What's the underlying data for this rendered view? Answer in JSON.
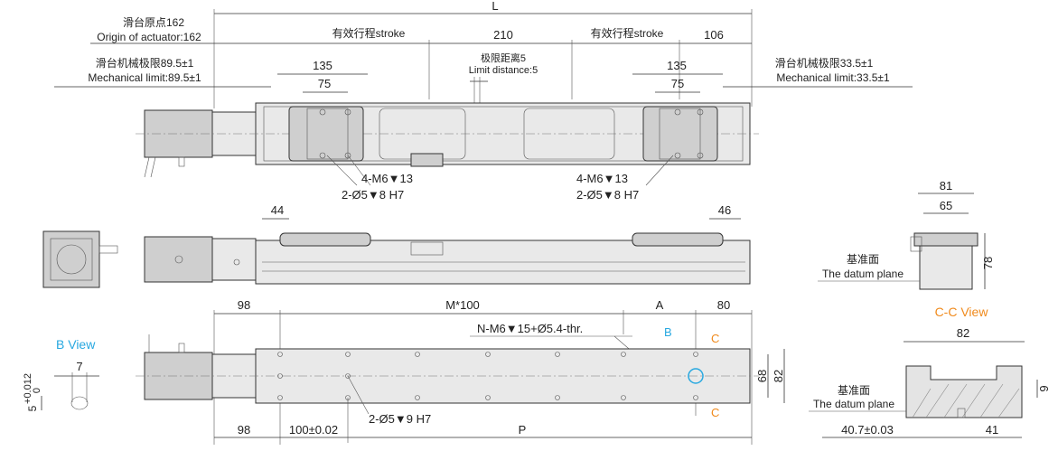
{
  "top_view": {
    "L": "L",
    "origin_cn": "滑台原点162",
    "origin_en": "Origin of actuator:162",
    "stroke_left": "有效行程stroke",
    "stroke_right": "有效行程stroke",
    "dim_210": "210",
    "dim_106": "106",
    "limit_distance_cn": "极限距离5",
    "limit_distance_en": "Limit distance:5",
    "mech_limit_left_cn": "滑台机械极限89.5±1",
    "mech_limit_left_en": "Mechanical limit:89.5±1",
    "mech_limit_right_cn": "滑台机械极限33.5±1",
    "mech_limit_right_en": "Mechanical limit:33.5±1",
    "dim_135_left": "135",
    "dim_75_left": "75",
    "dim_135_right": "135",
    "dim_75_right": "75",
    "thread_left": "4-M6▼13",
    "pin_left": "2-Ø5▼8 H7",
    "thread_right": "4-M6▼13",
    "pin_right": "2-Ø5▼8 H7"
  },
  "side_view": {
    "dim_44": "44",
    "dim_46": "46"
  },
  "end_view": {
    "dim_81": "81",
    "dim_65": "65",
    "dim_78": "78",
    "datum_cn": "基准面",
    "datum_en": "The datum plane"
  },
  "bottom_view": {
    "dim_98_top": "98",
    "M100": "M*100",
    "A": "A",
    "dim_80": "80",
    "N_holes": "N-M6▼15+Ø5.4-thr.",
    "B_label": "B",
    "C_top": "C",
    "C_bottom": "C",
    "dim_68": "68",
    "dim_82": "82",
    "pin_holes": "2-Ø5▼9 H7",
    "dim_98_bottom": "98",
    "dim_100": "100±0.02",
    "P": "P"
  },
  "b_view": {
    "title": "B View",
    "dim_7": "7",
    "dim_5": "5",
    "tol_upper": "+0.012",
    "tol_lower": "0"
  },
  "cc_view": {
    "title": "C-C View",
    "dim_82": "82",
    "dim_9": "9",
    "datum_cn": "基准面",
    "datum_en": "The datum plane",
    "dim_40_7": "40.7±0.03",
    "dim_41": "41"
  },
  "colors": {
    "accent_orange": "#f08a1c",
    "accent_blue": "#28a8e0"
  }
}
